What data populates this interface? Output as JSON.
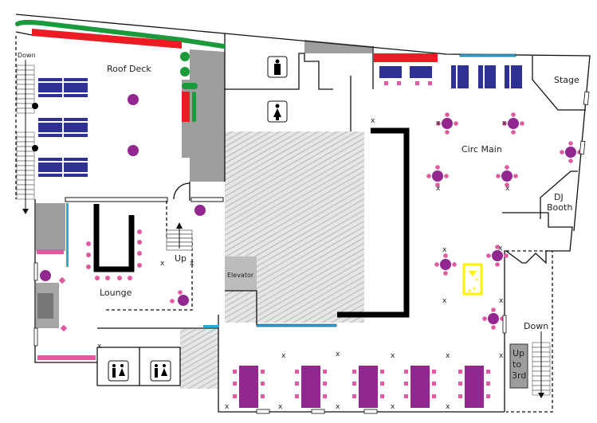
{
  "title": "Floor plan",
  "labels": {
    "roof_deck": "Roof Deck",
    "circ_main": "Circ Main",
    "stage": "Stage",
    "dj": "DJ",
    "booth": "Booth",
    "lounge": "Lounge",
    "elevator": "Elevator",
    "up": "Up",
    "down_left": "Down",
    "down_right": "Down",
    "up_to": "Up",
    "to": "to",
    "third": "3rd",
    "x_mark": "x"
  },
  "icons": [
    "mens-restroom-icon",
    "womens-restroom-icon",
    "unisex-restroom-icon",
    "stairs-icon",
    "arrow-icon",
    "yellow-marker-icon"
  ],
  "colors": {
    "hedge": "#1a9a3a",
    "red_bar": "#ed1c24",
    "navy_table": "#2e3192",
    "purple": "#92278f",
    "pink": "#e05aa0",
    "gray": "#9d9d9d",
    "blue_window": "#29a9e0",
    "yellow": "#fff200"
  }
}
